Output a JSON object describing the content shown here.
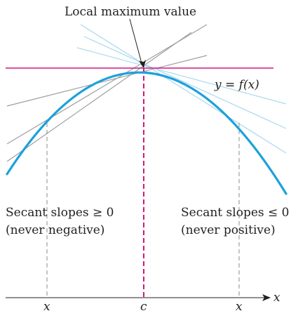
{
  "figure": {
    "title": "Local maximum value",
    "curve_label": "y = f(x)",
    "left_caption": [
      "Secant slopes ≥ 0",
      "(never negative)"
    ],
    "right_caption": [
      "Secant slopes ≤ 0",
      "(never positive)"
    ],
    "axis": {
      "x_label": "x",
      "ticks": [
        "x",
        "c",
        "x"
      ]
    },
    "colors": {
      "curve": "#1ba1dc",
      "max_line": "#d4177f",
      "left_secants": "#9d9fa2",
      "right_secants": "#a9d9ef",
      "guides": "#8a8c8e",
      "axis": "#231f20"
    }
  }
}
